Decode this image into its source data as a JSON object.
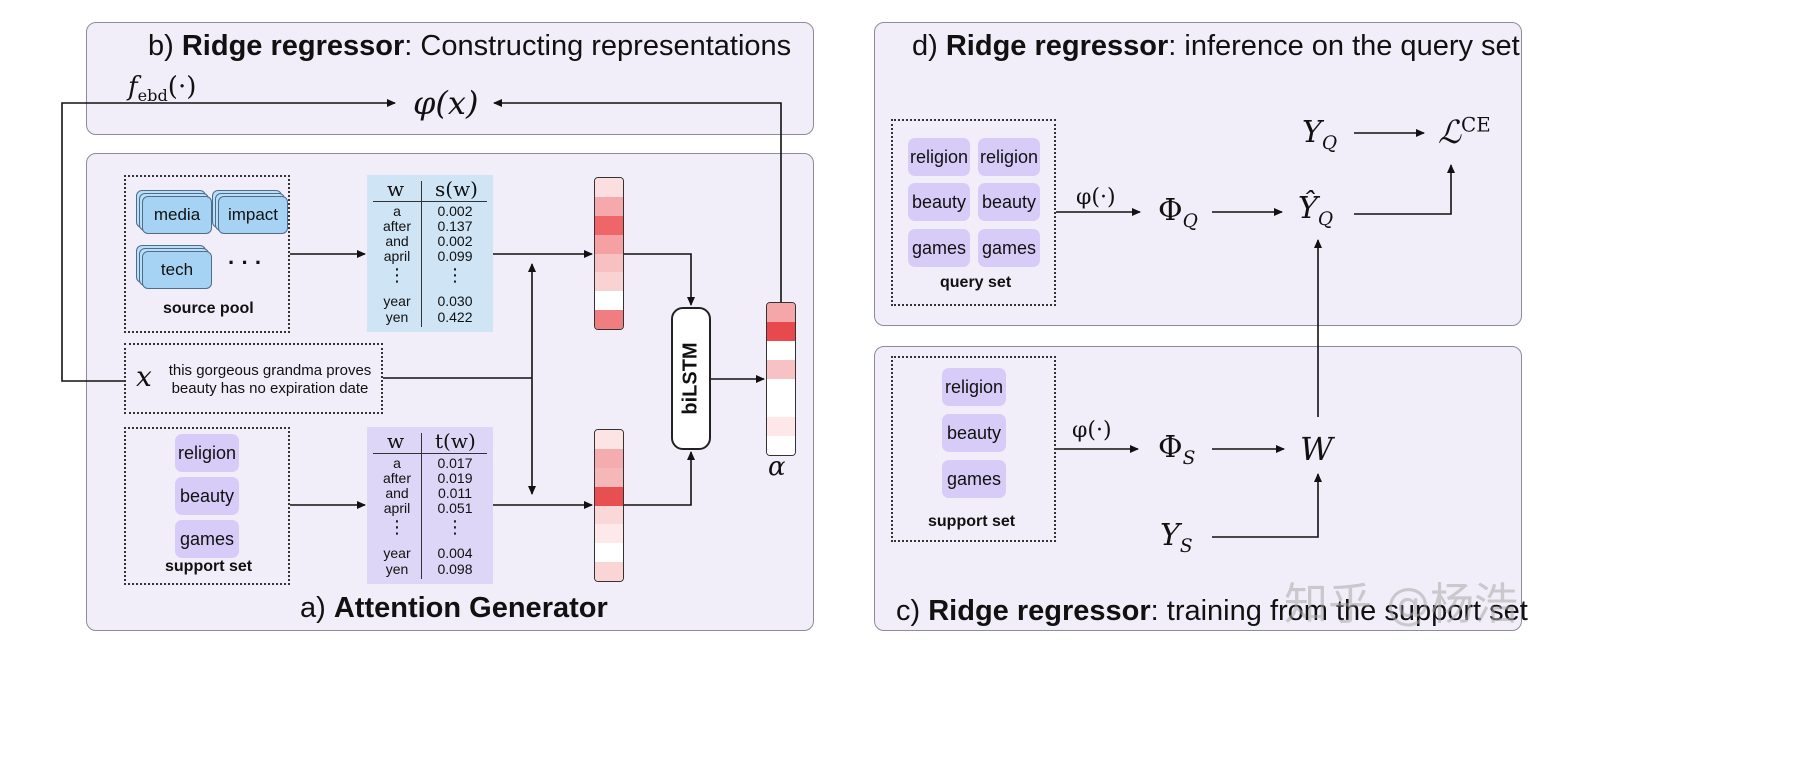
{
  "panels": {
    "b": {
      "prefix": "b)",
      "bold": "Ridge regressor",
      "rest": ": Constructing representations"
    },
    "a": {
      "prefix": "a)",
      "bold": "Attention Generator",
      "rest": ""
    },
    "d": {
      "prefix": "d)",
      "bold": "Ridge regressor",
      "rest": ": inference on the query set"
    },
    "c": {
      "prefix": "c)",
      "bold": "Ridge regressor",
      "rest": ": training from the support set"
    }
  },
  "math": {
    "f_ebd": "f",
    "f_ebd_sub": "ebd",
    "f_ebd_arg": "(·)",
    "phi_x": "φ(x)",
    "x": "x",
    "alpha": "α",
    "phi_dot": "φ(·)",
    "Phi": "Φ",
    "Q": "Q",
    "S": "S",
    "Y": "Y",
    "Yhat": "Ŷ",
    "W": "W",
    "L": "ℒ",
    "CE": "CE"
  },
  "source_pool": {
    "label": "source pool",
    "items": [
      "media",
      "impact",
      "tech"
    ],
    "ellipsis": "· · ·"
  },
  "input_sentence": {
    "line1": "this gorgeous grandma proves",
    "line2": "beauty has no expiration date"
  },
  "support_set": {
    "label": "support set",
    "items": [
      "religion",
      "beauty",
      "games"
    ]
  },
  "query_set": {
    "label": "query set",
    "items": [
      "religion",
      "religion",
      "beauty",
      "beauty",
      "games",
      "games"
    ]
  },
  "table_s": {
    "col1": "w",
    "col2": "s(w)",
    "rows": [
      [
        "a",
        "0.002"
      ],
      [
        "after",
        "0.137"
      ],
      [
        "and",
        "0.002"
      ],
      [
        "april",
        "0.099"
      ],
      [
        "⋮",
        "⋮"
      ],
      [
        "year",
        "0.030"
      ],
      [
        "yen",
        "0.422"
      ]
    ]
  },
  "table_t": {
    "col1": "w",
    "col2": "t(w)",
    "rows": [
      [
        "a",
        "0.017"
      ],
      [
        "after",
        "0.019"
      ],
      [
        "and",
        "0.011"
      ],
      [
        "april",
        "0.051"
      ],
      [
        "⋮",
        "⋮"
      ],
      [
        "year",
        "0.004"
      ],
      [
        "yen",
        "0.098"
      ]
    ]
  },
  "bilstm": "biLSTM",
  "bars": {
    "top": [
      "#fbdfe0",
      "#f5a9ab",
      "#ef6668",
      "#f5a0a2",
      "#f7c1c2",
      "#f9d2d3",
      "#ffffff",
      "#f07d7f"
    ],
    "bottom": [
      "#fce3e4",
      "#f5acae",
      "#f6b7b8",
      "#e84f51",
      "#fad7d8",
      "#fde9ea",
      "#ffffff",
      "#fad5d6"
    ],
    "alpha": [
      "#f5a6a8",
      "#e8494c",
      "#ffffff",
      "#f7c2c3",
      "#ffffff",
      "#ffffff",
      "#fde7e8",
      "#ffffff"
    ]
  },
  "watermark": "知乎 @杨浩"
}
